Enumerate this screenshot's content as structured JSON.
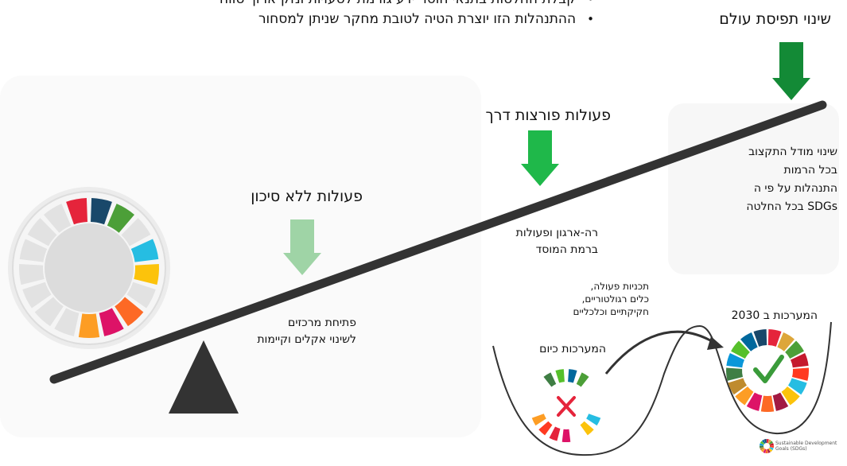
{
  "bullets": [
    "קבלת החלטות בתנאי חוסר ידע גורמת לטעויות ונזק ארוך טווח",
    "ההתנהלות הזו יוצרת הטיה לטובת מחקר שניתן למסחור"
  ],
  "stages": {
    "low": {
      "title": "פעולות ללא סיכון",
      "desc": [
        "פתיחת מרכזים",
        "לשינוי אקלים וקיימות"
      ],
      "arrow_color": "#9fd4a6"
    },
    "mid": {
      "title": "פעולות פורצות דרך",
      "desc": [
        "רה-ארגון ופעולות",
        "ברמת המוסד"
      ],
      "arrow_color": "#1fb84a"
    },
    "high": {
      "title": "שינוי תפיסת עולם",
      "desc": [
        "שינוי מודל התקצוב",
        "בכל הרמות",
        "התנהלות על פי ה",
        "SDGs בכל החלטה"
      ],
      "arrow_color": "#138a36"
    }
  },
  "transition": {
    "current_label": "המערכות כיום",
    "future_label": "המערכות ב 2030",
    "path_label": [
      "תכניות פעולה,",
      "כלים רגולטוריים,",
      "חקיקתיים וכלכליים"
    ]
  },
  "sdg_logo": {
    "line1": "Sustainable Development",
    "line2": "Goals (SDGs)"
  },
  "colors": {
    "beam": "#333333",
    "fulcrum": "#333333",
    "sdg": [
      "#E5243B",
      "#DDA63A",
      "#4C9F38",
      "#C5192D",
      "#FF3A21",
      "#26BDE2",
      "#FCC30B",
      "#A21942",
      "#FD6925",
      "#DD1367",
      "#FD9D24",
      "#BF8B2E",
      "#3F7E44",
      "#0A97D9",
      "#56C02B",
      "#00689D",
      "#19486A"
    ]
  },
  "icons": [
    "down-arrow-icon",
    "check-icon",
    "cross-icon",
    "sdg-wheel-icon"
  ]
}
